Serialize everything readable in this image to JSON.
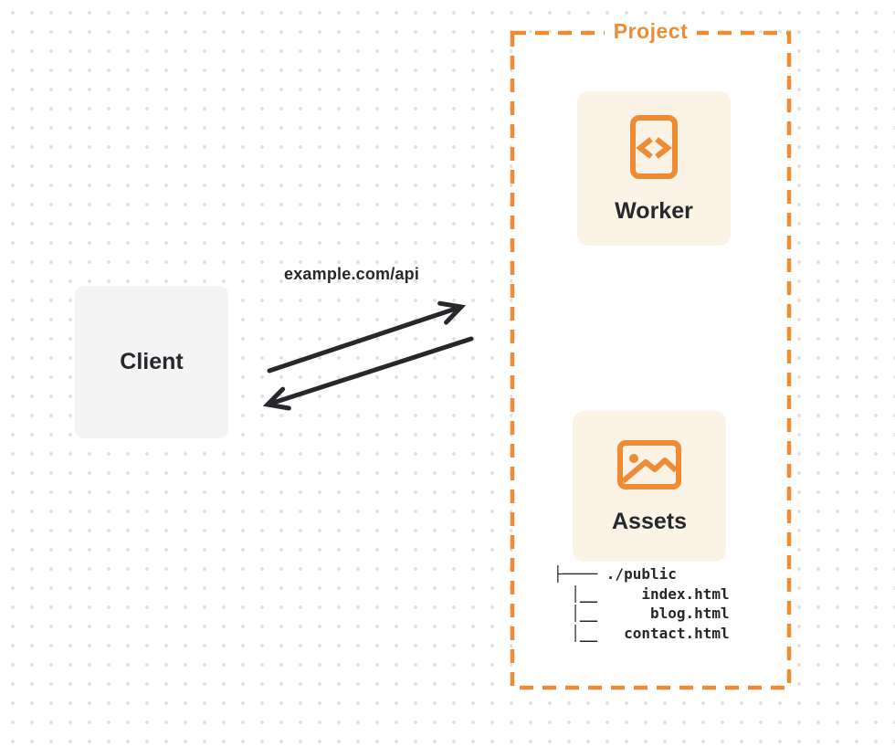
{
  "colors": {
    "accent_orange": "#EE8B33",
    "panel_cream": "#FBF3E6",
    "client_gray": "#F4F4F5",
    "arrow_dark": "#26282B",
    "dot_gray": "#E2E2E5"
  },
  "client": {
    "label": "Client"
  },
  "request": {
    "url_label": "example.com/api"
  },
  "project": {
    "label": "Project",
    "worker": {
      "label": "Worker",
      "icon": "code-file-icon"
    },
    "assets": {
      "label": "Assets",
      "icon": "image-icon"
    },
    "file_tree": {
      "lines": [
        "├──── ./public",
        "  │__     index.html",
        "  │__      blog.html",
        "  │__   contact.html"
      ]
    }
  }
}
